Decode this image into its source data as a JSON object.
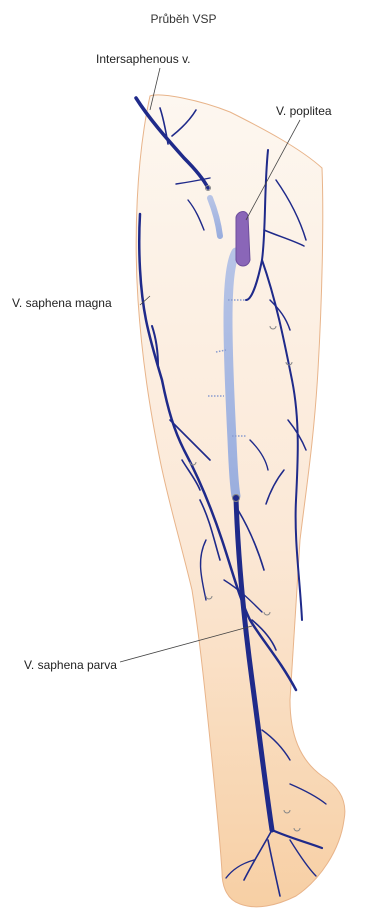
{
  "title": "Průběh VSP",
  "labels": {
    "intersaphenous": "Intersaphenous v.",
    "poplitea": "V. poplitea",
    "saphena_magna": "V. saphena magna",
    "saphena_parva": "V. saphena parva"
  },
  "colors": {
    "skin_top": "#fdf7f0",
    "skin_bottom": "#f7cfa4",
    "skin_outline": "#e8b48a",
    "vein": "#1f2a8a",
    "deep_vein": "#9fb3de",
    "popliteal_vein": "#8a66b8",
    "leader_line": "#444444"
  }
}
